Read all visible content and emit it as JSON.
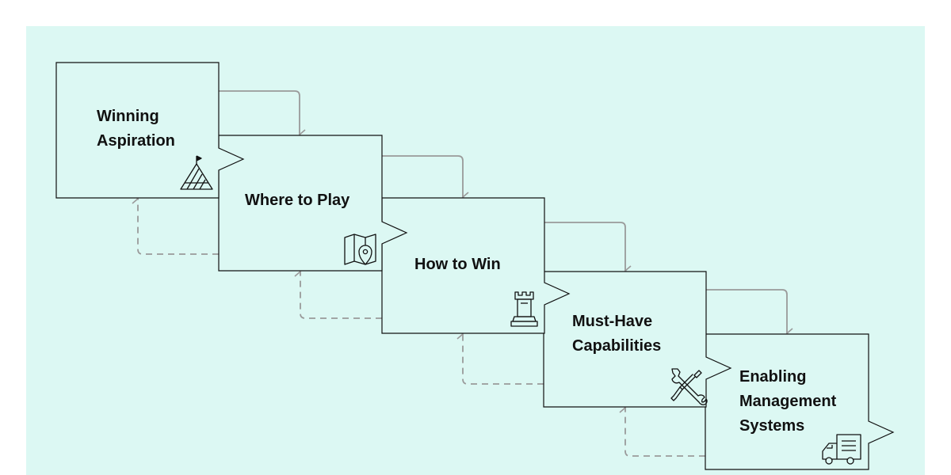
{
  "colors": {
    "background": "#dcf8f3",
    "box_fill": "#dcf8f3",
    "box_stroke": "#111111",
    "arrow": "#9a9a9a",
    "text": "#111111"
  },
  "steps": [
    {
      "label": "Winning\nAspiration",
      "icon": "mountain-flag-icon"
    },
    {
      "label": "Where to Play",
      "icon": "map-pin-icon"
    },
    {
      "label": "How to Win",
      "icon": "chess-rook-icon"
    },
    {
      "label": "Must-Have\nCapabilities",
      "icon": "wrench-screwdriver-icon"
    },
    {
      "label": "Enabling\nManagement\nSystems",
      "icon": "delivery-truck-icon"
    }
  ]
}
